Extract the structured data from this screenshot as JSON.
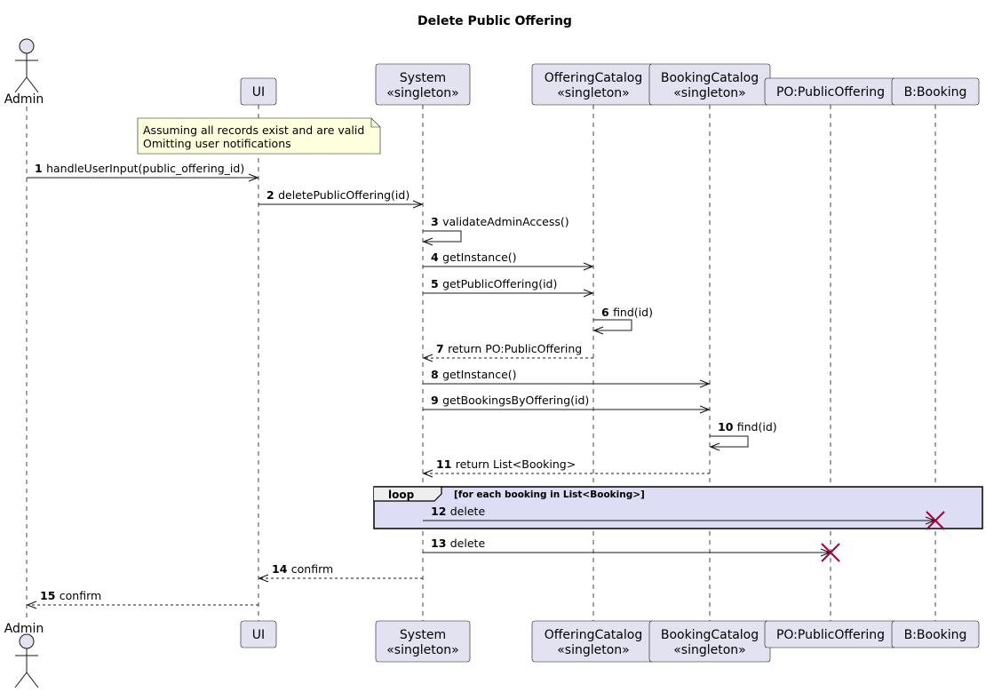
{
  "diagram": {
    "title": "Delete Public Offering",
    "participants": [
      {
        "id": "admin",
        "kind": "actor",
        "label": "Admin"
      },
      {
        "id": "ui",
        "kind": "box",
        "label": "UI"
      },
      {
        "id": "system",
        "kind": "box",
        "label": "System",
        "stereotype": "«singleton»"
      },
      {
        "id": "offering_catalog",
        "kind": "box",
        "label": "OfferingCatalog",
        "stereotype": "«singleton»"
      },
      {
        "id": "booking_catalog",
        "kind": "box",
        "label": "BookingCatalog",
        "stereotype": "«singleton»"
      },
      {
        "id": "po",
        "kind": "box",
        "label": "PO:PublicOffering"
      },
      {
        "id": "b",
        "kind": "box",
        "label": "B:Booking"
      }
    ],
    "note": {
      "lines": [
        "Assuming all records exist and are valid",
        "Omitting user notifications"
      ]
    },
    "messages": [
      {
        "num": "1",
        "text": "handleUserInput(public_offering_id)",
        "from": "admin",
        "to": "ui",
        "style": "solid"
      },
      {
        "num": "2",
        "text": "deletePublicOffering(id)",
        "from": "ui",
        "to": "system",
        "style": "solid"
      },
      {
        "num": "3",
        "text": "validateAdminAccess()",
        "from": "system",
        "to": "system",
        "style": "self"
      },
      {
        "num": "4",
        "text": "getInstance()",
        "from": "system",
        "to": "offering_catalog",
        "style": "solid"
      },
      {
        "num": "5",
        "text": "getPublicOffering(id)",
        "from": "system",
        "to": "offering_catalog",
        "style": "solid"
      },
      {
        "num": "6",
        "text": "find(id)",
        "from": "offering_catalog",
        "to": "offering_catalog",
        "style": "self"
      },
      {
        "num": "7",
        "text": "return PO:PublicOffering",
        "from": "offering_catalog",
        "to": "system",
        "style": "dashed"
      },
      {
        "num": "8",
        "text": "getInstance()",
        "from": "system",
        "to": "booking_catalog",
        "style": "solid"
      },
      {
        "num": "9",
        "text": "getBookingsByOffering(id)",
        "from": "system",
        "to": "booking_catalog",
        "style": "solid"
      },
      {
        "num": "10",
        "text": "find(id)",
        "from": "booking_catalog",
        "to": "booking_catalog",
        "style": "self"
      },
      {
        "num": "11",
        "text": "return List<Booking>",
        "from": "booking_catalog",
        "to": "system",
        "style": "dashed"
      },
      {
        "num": "12",
        "text": "delete",
        "from": "system",
        "to": "b",
        "style": "destroy"
      },
      {
        "num": "13",
        "text": "delete",
        "from": "system",
        "to": "po",
        "style": "destroy"
      },
      {
        "num": "14",
        "text": "confirm",
        "from": "system",
        "to": "ui",
        "style": "dashed"
      },
      {
        "num": "15",
        "text": "confirm",
        "from": "ui",
        "to": "admin",
        "style": "dashed"
      }
    ],
    "loop": {
      "keyword": "loop",
      "guard": "[for each booking in List<Booking>]"
    },
    "colors": {
      "participant_fill": "#E2E2F0",
      "participant_stroke": "#181818",
      "note_fill": "#FEFFDD",
      "loop_fill": "#DDDDF6",
      "destroy": "#A80036",
      "line": "#181818"
    }
  }
}
